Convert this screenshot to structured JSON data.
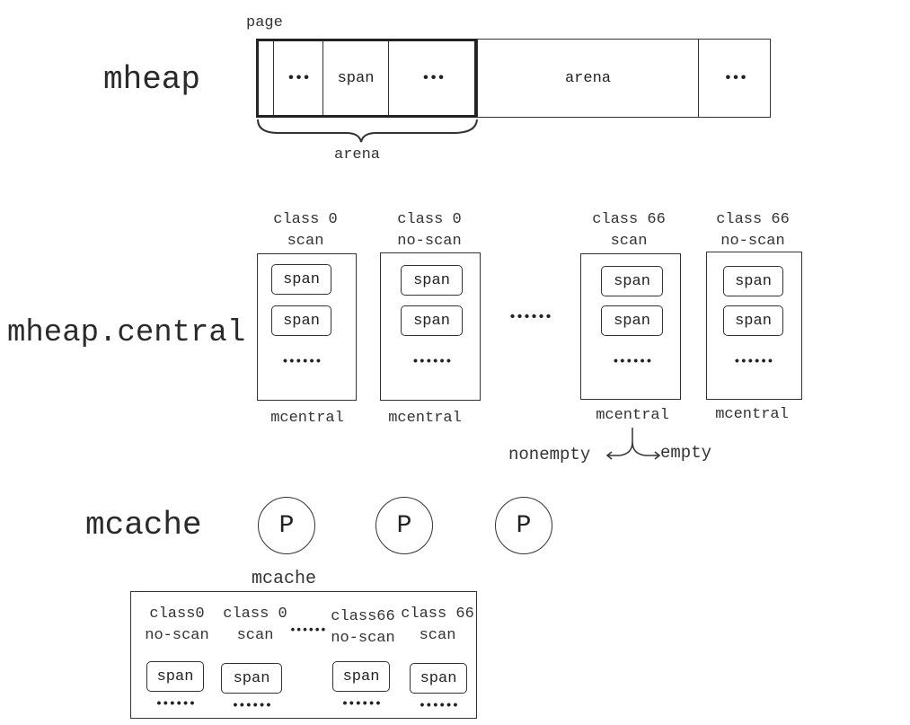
{
  "mheap": {
    "label": "mheap",
    "page_label": "page",
    "cells": [
      "",
      "•••",
      "span",
      "•••",
      "arena",
      "•••"
    ],
    "brace_label": "arena"
  },
  "central": {
    "label": "mheap.central",
    "gap_dots": "••••••",
    "columns": [
      {
        "class": "class 0",
        "kind": "scan",
        "spans": [
          "span",
          "span"
        ],
        "dots": "••••••",
        "footer": "mcentral"
      },
      {
        "class": "class 0",
        "kind": "no-scan",
        "spans": [
          "span",
          "span"
        ],
        "dots": "••••••",
        "footer": "mcentral"
      },
      {
        "class": "class 66",
        "kind": "scan",
        "spans": [
          "span",
          "span"
        ],
        "dots": "••••••",
        "footer": "mcentral"
      },
      {
        "class": "class 66",
        "kind": "no-scan",
        "spans": [
          "span",
          "span"
        ],
        "dots": "••••••",
        "footer": "mcentral"
      }
    ],
    "split_left": "nonempty",
    "split_right": "empty"
  },
  "mcache": {
    "label": "mcache",
    "processors": [
      "P",
      "P",
      "P"
    ],
    "box_title": "mcache",
    "gap_dots": "••••••",
    "columns": [
      {
        "class": "class0",
        "kind": "no-scan",
        "span": "span",
        "dots": "••••••"
      },
      {
        "class": "class 0",
        "kind": "scan",
        "span": "span",
        "dots": "••••••"
      },
      {
        "class": "class66",
        "kind": "no-scan",
        "span": "span",
        "dots": "••••••"
      },
      {
        "class": "class 66",
        "kind": "scan",
        "span": "span",
        "dots": "••••••"
      }
    ]
  }
}
